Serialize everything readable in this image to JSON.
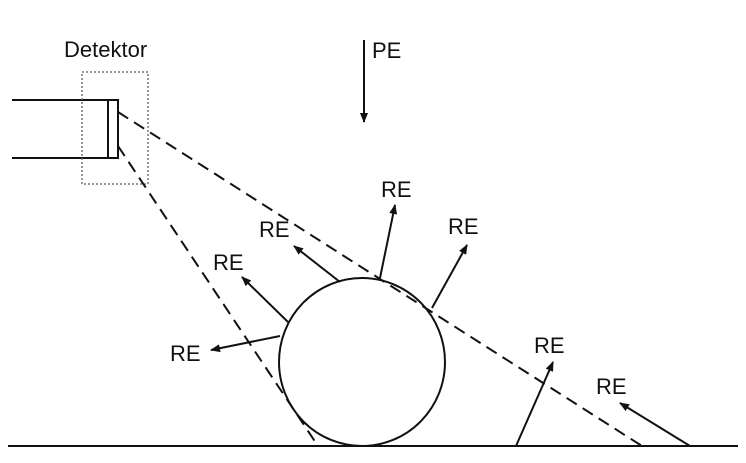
{
  "labels": {
    "detector": "Detektor",
    "primary_electron": "PE",
    "re_1": "RE",
    "re_2": "RE",
    "re_3": "RE",
    "re_4": "RE",
    "re_5": "RE",
    "re_6": "RE",
    "re_7": "RE"
  },
  "colors": {
    "stroke": "#111111",
    "detector_frame": "#777777",
    "background": "#ffffff"
  }
}
